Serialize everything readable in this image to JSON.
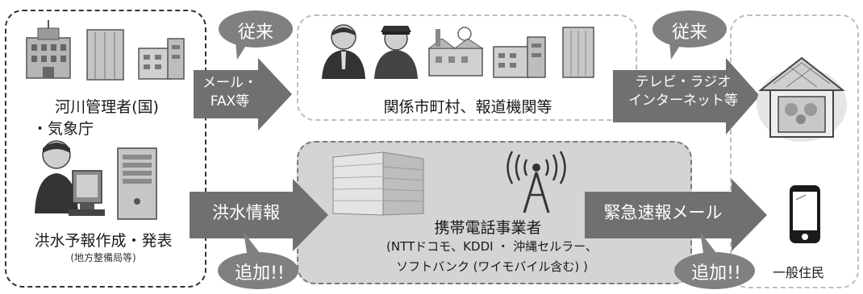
{
  "left_panel": {
    "river_admin_line1": "河川管理者(国)",
    "river_admin_line2": "・気象庁",
    "forecast_label": "洪水予報作成・発表",
    "forecast_sub": "(地方整備局等)"
  },
  "top_middle": {
    "label": "関係市町村、報道機関等"
  },
  "bottom_middle": {
    "label_line1": "携帯電話事業者",
    "label_line2": "(NTTドコモ、KDDI ・ 沖縄セルラー、",
    "label_line3": "ソフトバンク (ワイモバイル含む) )"
  },
  "right_panel": {
    "resident_label": "一般住民"
  },
  "arrows": {
    "mail_fax_line1": "メール・",
    "mail_fax_line2": "FAX等",
    "tv_radio_line1": "テレビ・ラジオ",
    "tv_radio_line2": "インターネット等",
    "flood_info": "洪水情報",
    "emergency_mail": "緊急速報メール"
  },
  "bubbles": {
    "conventional_1": "従来",
    "conventional_2": "従来",
    "added_1": "追加!!",
    "added_2": "追加!!"
  },
  "colors": {
    "arrow_gray": "#707070",
    "bubble_gray": "#808080",
    "panel_gray": "#d4d4d4"
  }
}
